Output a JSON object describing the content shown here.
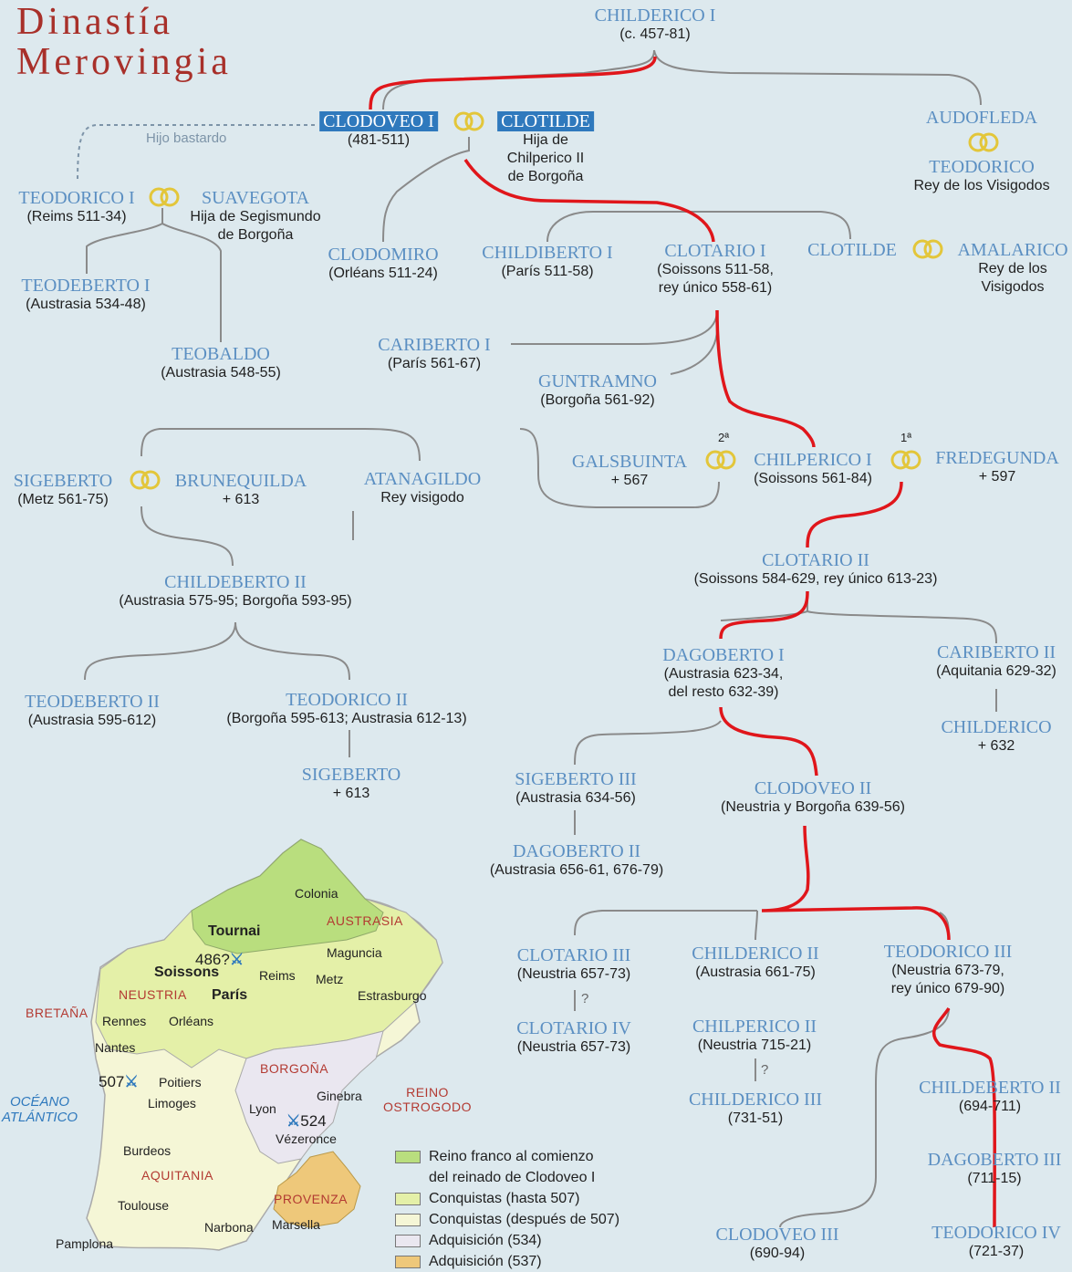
{
  "title": {
    "line1": "Dinastía",
    "line2": "Merovingia"
  },
  "colors": {
    "name": "#5b8fc2",
    "highlight": "#2f79bd",
    "title": "#a8302a",
    "lineage": "#e0161b",
    "connector": "#8a8a8a",
    "ring": "#e3c63a"
  },
  "persons": {
    "childerico_i": {
      "name": "CHILDERICO I",
      "dates": "(c. 457-81)"
    },
    "clodoveo_i": {
      "name": "CLODOVEO I",
      "dates": "(481-511)"
    },
    "clotilde_1": {
      "name": "CLOTILDE",
      "dates_l1": "Hija de",
      "dates_l2": "Chilperico II",
      "dates_l3": "de Borgoña"
    },
    "audofleda": {
      "name": "AUDOFLEDA"
    },
    "teodorico_visigodo": {
      "name": "TEODORICO",
      "dates": "Rey de los Visigodos"
    },
    "teodorico_i": {
      "name": "TEODORICO I",
      "dates": "(Reims 511-34)"
    },
    "suavegota": {
      "name": "SUAVEGOTA",
      "dates_l1": "Hija de Segismundo",
      "dates_l2": "de Borgoña"
    },
    "clodomiro": {
      "name": "CLODOMIRO",
      "dates": "(Orléans 511-24)"
    },
    "childiberto_i": {
      "name": "CHILDIBERTO I",
      "dates": "(París 511-58)"
    },
    "clotario_i": {
      "name": "CLOTARIO I",
      "dates_l1": "(Soissons 511-58,",
      "dates_l2": "rey único 558-61)"
    },
    "clotilde_2": {
      "name": "CLOTILDE"
    },
    "amalarico": {
      "name": "AMALARICO",
      "dates_l1": "Rey de los",
      "dates_l2": "Visigodos"
    },
    "teodeberto_i": {
      "name": "TEODEBERTO I",
      "dates": "(Austrasia 534-48)"
    },
    "teobaldo": {
      "name": "TEOBALDO",
      "dates": "(Austrasia 548-55)"
    },
    "cariberto_i": {
      "name": "CARIBERTO I",
      "dates": "(París 561-67)"
    },
    "guntramno": {
      "name": "GUNTRAMNO",
      "dates": "(Borgoña 561-92)"
    },
    "sigeberto": {
      "name": "SIGEBERTO",
      "dates": "(Metz 561-75)"
    },
    "brunequilda": {
      "name": "BRUNEQUILDA",
      "dates": "+ 613"
    },
    "atanagildo": {
      "name": "ATANAGILDO",
      "dates": "Rey visigodo"
    },
    "galsbuinta": {
      "name": "GALSBUINTA",
      "dates": "+ 567"
    },
    "chilperico_i": {
      "name": "CHILPERICO I",
      "dates": "(Soissons 561-84)"
    },
    "fredegunda": {
      "name": "FREDEGUNDA",
      "dates": "+ 597"
    },
    "childeberto_ii": {
      "name": "CHILDEBERTO II",
      "dates": "(Austrasia 575-95; Borgoña 593-95)"
    },
    "clotario_ii": {
      "name": "CLOTARIO II",
      "dates": "(Soissons 584-629, rey único 613-23)"
    },
    "teodeberto_ii": {
      "name": "TEODEBERTO II",
      "dates": "(Austrasia 595-612)"
    },
    "teodorico_ii": {
      "name": "TEODORICO II",
      "dates": "(Borgoña 595-613; Austrasia 612-13)"
    },
    "sigeberto_613": {
      "name": "SIGEBERTO",
      "dates": "+ 613"
    },
    "dagoberto_i": {
      "name": "DAGOBERTO I",
      "dates_l1": "(Austrasia 623-34,",
      "dates_l2": "del resto 632-39)"
    },
    "cariberto_ii": {
      "name": "CARIBERTO II",
      "dates": "(Aquitania 629-32)"
    },
    "childerico_632": {
      "name": "CHILDERICO",
      "dates": "+ 632"
    },
    "sigeberto_iii": {
      "name": "SIGEBERTO III",
      "dates": "(Austrasia 634-56)"
    },
    "clodoveo_ii": {
      "name": "CLODOVEO II",
      "dates": "(Neustria y Borgoña 639-56)"
    },
    "dagoberto_ii": {
      "name": "DAGOBERTO II",
      "dates": "(Austrasia 656-61, 676-79)"
    },
    "clotario_iii": {
      "name": "CLOTARIO III",
      "dates": "(Neustria 657-73)"
    },
    "childerico_ii": {
      "name": "CHILDERICO II",
      "dates": "(Austrasia 661-75)"
    },
    "teodorico_iii": {
      "name": "TEODORICO III",
      "dates_l1": "(Neustria 673-79,",
      "dates_l2": "rey único 679-90)"
    },
    "clotario_iv": {
      "name": "CLOTARIO IV",
      "dates": "(Neustria 657-73)"
    },
    "chilperico_ii": {
      "name": "CHILPERICO II",
      "dates": "(Neustria 715-21)"
    },
    "childerico_iii": {
      "name": "CHILDERICO III",
      "dates": "(731-51)"
    },
    "childeberto_iii": {
      "name": "CHILDEBERTO II",
      "dates": "(694-711)"
    },
    "dagoberto_iii": {
      "name": "DAGOBERTO III",
      "dates": "(711-15)"
    },
    "clodoveo_iii": {
      "name": "CLODOVEO III",
      "dates": "(690-94)"
    },
    "teodorico_iv": {
      "name": "TEODORICO IV",
      "dates": "(721-37)"
    }
  },
  "notes": {
    "bastard": "Hijo bastardo",
    "marriage_2": "2ª",
    "marriage_1": "1ª",
    "uncertain": "?"
  },
  "map": {
    "regions": {
      "austrasia": "AUSTRASIA",
      "neustria": "NEUSTRIA",
      "bretana": "BRETAÑA",
      "borgona": "BORGOÑA",
      "aquitania": "AQUITANIA",
      "provenza": "PROVENZA",
      "reino_l1": "REINO",
      "reino_l2": "OSTROGODO",
      "ocean_l1": "OCÉANO",
      "ocean_l2": "ATLÁNTICO"
    },
    "cities": {
      "colonia": "Colonia",
      "tournai": "Tournai",
      "maguncia": "Maguncia",
      "soissons": "Soissons",
      "reims": "Reims",
      "metz": "Metz",
      "paris": "París",
      "estrasburgo": "Estrasburgo",
      "rennes": "Rennes",
      "orleans": "Orléans",
      "nantes": "Nantes",
      "poitiers": "Poitiers",
      "limoges": "Limoges",
      "ginebra": "Ginebra",
      "lyon": "Lyon",
      "vezeronce": "Vézeronce",
      "burdeos": "Burdeos",
      "toulouse": "Toulouse",
      "narbona": "Narbona",
      "marsella": "Marsella",
      "pamplona": "Pamplona"
    },
    "battles": {
      "b486": "486?",
      "b507": "507",
      "b524": "524"
    },
    "colors": {
      "initial": "#b9de7e",
      "conquest_507": "#e4f0a8",
      "after_507": "#f5f6d6",
      "acq_534": "#eae7f0",
      "acq_537": "#eec87a"
    }
  },
  "legend": [
    {
      "color": "#b9de7e",
      "line1": "Reino franco al comienzo",
      "line2": "del reinado de Clodoveo I"
    },
    {
      "color": "#e4f0a8",
      "line1": "Conquistas (hasta 507)"
    },
    {
      "color": "#f5f6d6",
      "line1": "Conquistas (después de 507)"
    },
    {
      "color": "#eae7f0",
      "line1": "Adquisición (534)"
    },
    {
      "color": "#eec87a",
      "line1": "Adquisición (537)"
    }
  ]
}
